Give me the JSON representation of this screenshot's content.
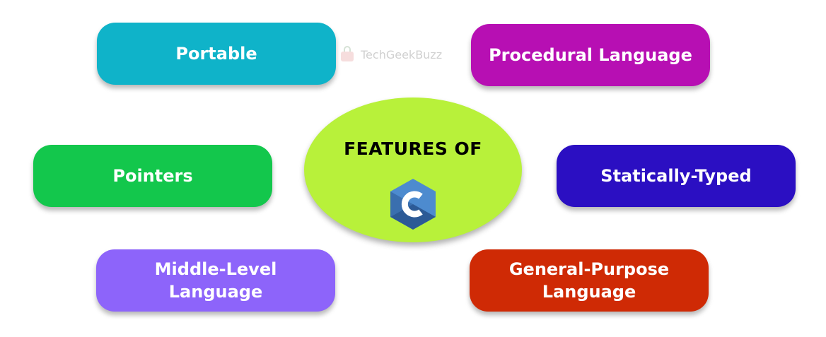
{
  "colors": {
    "portable": "#0fb3c9",
    "procedural": "#b70fb3",
    "pointers": "#13c74c",
    "statically_typed": "#2b0fc2",
    "middle_level": "#8d64fa",
    "general_purpose": "#cf2a05",
    "center_fill": "#b8f13a",
    "c_logo_dark": "#2c5a96",
    "c_logo_light": "#4d8bcf"
  },
  "center": {
    "title": "FEATURES OF",
    "logo_icon": "c-language-logo-icon"
  },
  "features": {
    "portable": "Portable",
    "procedural": "Procedural Language",
    "pointers": "Pointers",
    "statically_typed": "Statically-Typed",
    "middle_level": "Middle-Level\nLanguage",
    "general_purpose": "General-Purpose\nLanguage"
  },
  "watermark": {
    "text": "TechGeekBuzz",
    "icon": "bag-icon"
  }
}
